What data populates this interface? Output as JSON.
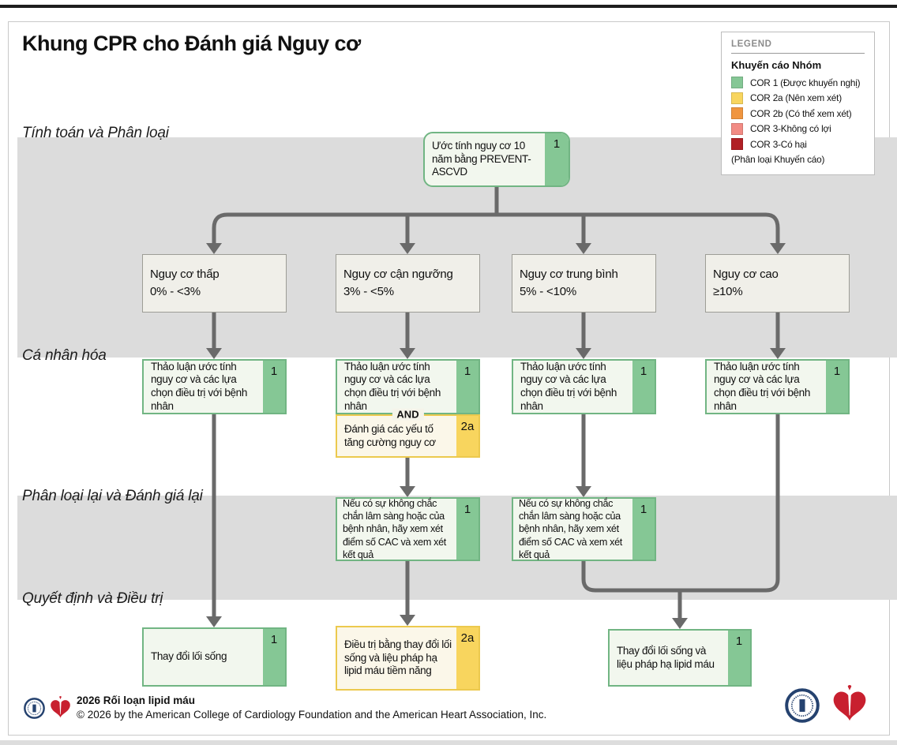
{
  "title": "Khung CPR cho Đánh giá Nguy cơ",
  "legend": {
    "header": "LEGEND",
    "subtitle": "Khuyến cáo Nhóm",
    "items": [
      {
        "label": "COR 1 (Được khuyến nghị)",
        "color": "#85c795"
      },
      {
        "label": "COR 2a (Nên xem xét)",
        "color": "#f8d55e"
      },
      {
        "label": "COR 2b (Có thể xem xét)",
        "color": "#f0953f"
      },
      {
        "label": "COR 3-Không có lợi",
        "color": "#f28b84"
      },
      {
        "label": "COR 3-Có hại",
        "color": "#b02025"
      }
    ],
    "footnote": "(Phân loại Khuyến cáo)"
  },
  "rows": [
    {
      "label": "Tính toán và Phân loại"
    },
    {
      "label": "Cá nhân hóa"
    },
    {
      "label": "Phân loại lại và Đánh giá lại"
    },
    {
      "label": "Quyết định và Điều trị"
    }
  ],
  "nodes": {
    "root": {
      "text": "Ước tính nguy cơ 10 năm bằng PREVENT-ASCVD",
      "cor": "1"
    },
    "branches": [
      {
        "title": "Nguy cơ thấp",
        "range": "0% - <3%"
      },
      {
        "title": "Nguy cơ cận ngưỡng",
        "range": "3% - <5%"
      },
      {
        "title": "Nguy cơ trung bình",
        "range": "5% - <10%"
      },
      {
        "title": "Nguy cơ cao",
        "range": "≥10%"
      }
    ],
    "personalize": {
      "text": "Thảo luận ước tính nguy cơ và các lựa chọn điều trị với bệnh nhân",
      "cor": "1"
    },
    "and_label": "AND",
    "enhancers": {
      "text": "Đánh giá các yếu tố tăng cường nguy cơ",
      "cor": "2a"
    },
    "cac": {
      "text": "Nếu có sự không chắc chắn lâm sàng hoặc của bệnh nhân, hãy xem xét điểm số CAC và xem xét kết quả",
      "cor": "1"
    },
    "decision_low": {
      "text": "Thay đổi lối sống",
      "cor": "1"
    },
    "decision_borderline": {
      "text": "Điều trị bằng thay đổi lối sống và liệu pháp hạ lipid máu tiềm năng",
      "cor": "2a"
    },
    "decision_high": {
      "text": "Thay đổi lối sống và liệu pháp hạ lipid máu",
      "cor": "1"
    }
  },
  "footer": {
    "title": "2026 Rối loạn lipid máu",
    "copyright": "© 2026 by the American College of Cardiology Foundation and the American Heart Association, Inc."
  },
  "colors": {
    "arrow": "#6a6a6a",
    "band": "#dcdcdc",
    "cor1_green": "#85c795",
    "cor2a_yellow": "#f8d55e"
  }
}
